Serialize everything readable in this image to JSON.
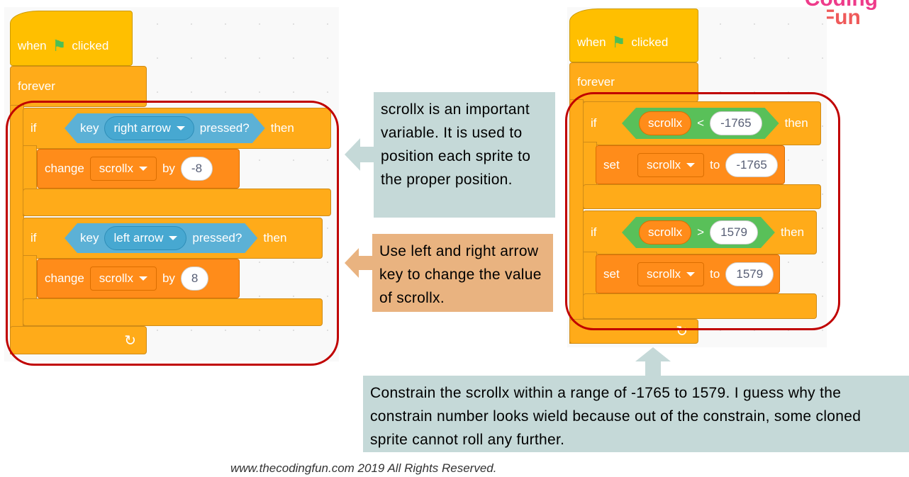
{
  "logo": {
    "text": "Coding Fun",
    "color": "#ef5a5a"
  },
  "left_script": {
    "hat": {
      "when": "when",
      "clicked": "clicked",
      "icon": "green-flag-icon"
    },
    "forever": "forever",
    "if1": {
      "if": "if",
      "key": "key",
      "option": "right arrow",
      "pressed": "pressed?",
      "then": "then",
      "change": "change",
      "variable": "scrollx",
      "by": "by",
      "value": "-8"
    },
    "if2": {
      "if": "if",
      "key": "key",
      "option": "left arrow",
      "pressed": "pressed?",
      "then": "then",
      "change": "change",
      "variable": "scrollx",
      "by": "by",
      "value": "8"
    },
    "loop_icon": "loop-arrow-icon"
  },
  "right_script": {
    "hat": {
      "when": "when",
      "clicked": "clicked"
    },
    "forever": "forever",
    "if1": {
      "if": "if",
      "variable": "scrollx",
      "operator": "<",
      "operand": "-1765",
      "then": "then",
      "set": "set",
      "set_variable": "scrollx",
      "to": "to",
      "value": "-1765"
    },
    "if2": {
      "if": "if",
      "variable": "scrollx",
      "operator": ">",
      "operand": "1579",
      "then": "then",
      "set": "set",
      "set_variable": "scrollx",
      "to": "to",
      "value": "1579"
    }
  },
  "notes": {
    "scrollx": "scrollx is an important variable. It is used to position each sprite to the proper position.",
    "arrows": "Use left and right arrow key to change the value of scrollx.",
    "constrain": "Constrain the scrollx within a range of -1765 to 1579. I guess why the constrain number looks wield because out of the constrain, some cloned sprite cannot roll any further."
  },
  "colors": {
    "note_teal": "#c5d9d8",
    "note_orange": "#e9b380",
    "highlight": "#c00000"
  },
  "footer": "www.thecodingfun.com 2019 All Rights Reserved."
}
